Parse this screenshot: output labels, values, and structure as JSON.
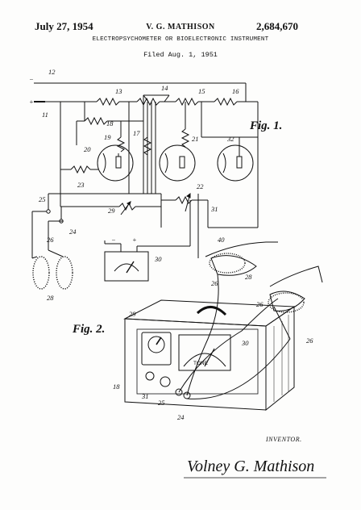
{
  "header": {
    "date": "July 27, 1954",
    "inventor_name": "V. G. MATHISON",
    "patent_number": "2,684,670",
    "title": "ELECTROPSYCHOMETER OR BIOELECTRONIC INSTRUMENT",
    "filed": "Filed Aug. 1, 1951"
  },
  "figures": {
    "fig1_label": "Fig. 1.",
    "fig2_label": "Fig. 2."
  },
  "fig1_refs": {
    "r12": "12",
    "r11": "11",
    "plus": "+",
    "minus": "−",
    "r13": "13",
    "r14": "14",
    "r15": "15",
    "r16": "16",
    "r18": "18",
    "r17": "17",
    "r19": "19",
    "r20": "20",
    "r21": "21",
    "r22": "22",
    "r23": "23",
    "r32": "32",
    "r25": "25",
    "r24": "24",
    "r29": "29",
    "r31": "31",
    "r26": "26",
    "r28": "28",
    "r30": "30",
    "meter_minus": "−",
    "meter_plus": "+"
  },
  "fig2_refs": {
    "r40": "40",
    "r26a": "26",
    "r26b": "26",
    "r26c": "26",
    "r28": "28",
    "r29": "29",
    "r30": "30",
    "r31": "31",
    "r18": "18",
    "r25": "25",
    "r24": "24"
  },
  "dial_text": "TONE",
  "signature": {
    "caption": "INVENTOR.",
    "signature_text": "Volney G. Mathison"
  }
}
